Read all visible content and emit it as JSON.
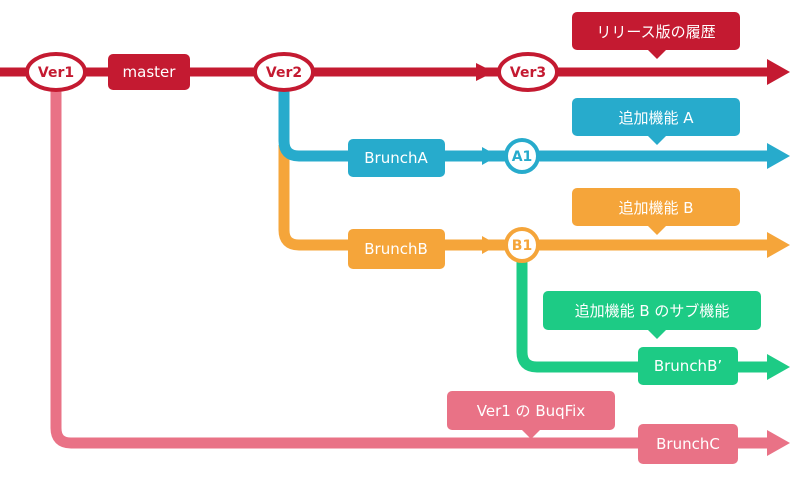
{
  "colors": {
    "master": "#c41a31",
    "brunch_a": "#27abcc",
    "brunch_b": "#f5a53a",
    "brunch_b_sub": "#1dcb85",
    "brunch_c": "#e97286"
  },
  "nodes": {
    "ver1": "Ver1",
    "ver2": "Ver2",
    "ver3": "Ver3",
    "a1": "A1",
    "b1": "B1"
  },
  "branch_labels": {
    "master": "master",
    "brunch_a": "BrunchA",
    "brunch_b": "BrunchB",
    "brunch_b_prime": "BrunchB’",
    "brunch_c": "BrunchC"
  },
  "callouts": {
    "release_history": "リリース版の履歴",
    "feature_a": "追加機能 A",
    "feature_b": "追加機能 B",
    "feature_b_sub": "追加機能 B のサブ機能",
    "ver1_bugfix": "Ver1 の BuqFix"
  }
}
